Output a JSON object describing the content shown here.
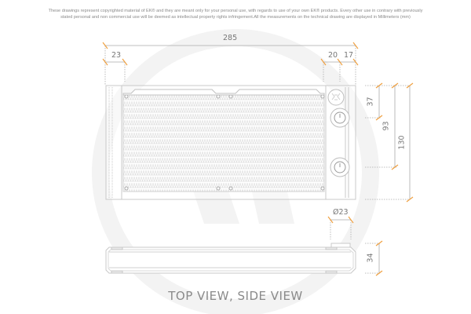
{
  "disclaimer": {
    "line1": "These drawings represent copyrighted material of EK® and they are meant only for your personal use, with regards to use of  your own EK® products. Every other use in contrary with previously",
    "line2": "stated personal and non commercial use will be deemed as intellectual property rights infringement.All the measurements on the technical drawing are displayed in Millimeters (mm)"
  },
  "dimensions": {
    "overall_length": "285",
    "left_endtank": "23",
    "port_offset": "20",
    "right_offset": "17",
    "port1_from_top": "37",
    "port_spacing": "93",
    "overall_width": "130",
    "port_diameter": "Ø23",
    "thickness": "34"
  },
  "caption": "TOP VIEW, SIDE VIEW",
  "colors": {
    "dim_tick": "#f0a040",
    "line": "#bbbbbb",
    "text": "#777777",
    "watermark": "#f3f3f3"
  },
  "units": "mm"
}
